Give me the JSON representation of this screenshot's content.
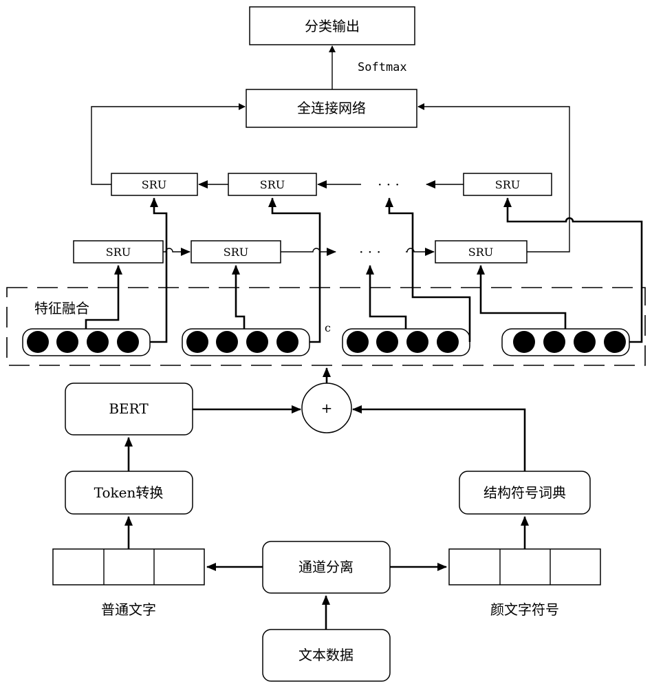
{
  "diagram": {
    "nodes": {
      "output": "分类输出",
      "softmax": "Softmax",
      "fc": "全连接网络",
      "sru": "SRU",
      "ellipsis": "· · ·",
      "feature_fusion": "特征融合",
      "c_label": "c",
      "plus": "+",
      "bert": "BERT",
      "token": "Token转换",
      "dict": "结构符号词典",
      "split": "通道分离",
      "text_data": "文本数据",
      "plain_text": "普通文字",
      "emoticons": "颜文字符号"
    },
    "colors": {
      "stroke": "#000000",
      "background": "#ffffff"
    }
  }
}
